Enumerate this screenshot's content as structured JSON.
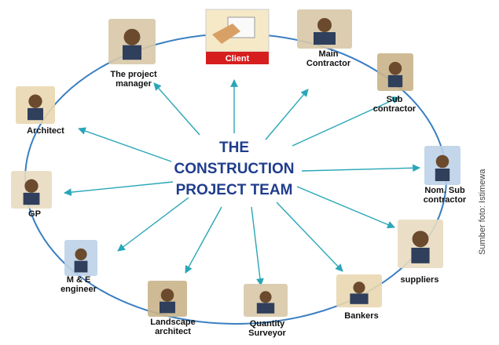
{
  "title": [
    "THE",
    "CONSTRUCTION",
    "PROJECT TEAM"
  ],
  "credit": "Sumber foto: Istimewa",
  "client_label": "Client",
  "colors": {
    "title": "#1f3d8c",
    "ring": "#3a7fc1",
    "arrow": "#2aa6b8",
    "client_bar": "#d61e1e"
  },
  "nodes": [
    {
      "id": "client",
      "label": [],
      "icon": "client-paperwork-icon"
    },
    {
      "id": "main-contractor",
      "label": [
        "Main",
        "Contractor"
      ],
      "icon": "main-contractor-icon"
    },
    {
      "id": "sub-contractor",
      "label": [
        "Sub",
        "contractor"
      ],
      "icon": "sub-contractor-icon"
    },
    {
      "id": "nom-sub-contractor",
      "label": [
        "Nom. Sub",
        "contractor"
      ],
      "icon": "nominated-subcontractor-icon"
    },
    {
      "id": "suppliers",
      "label": [
        "suppliers"
      ],
      "icon": "supply-truck-icon"
    },
    {
      "id": "bankers",
      "label": [
        "Bankers"
      ],
      "icon": "banker-icon"
    },
    {
      "id": "quantity-surveyor",
      "label": [
        "Quantity",
        "Surveyor"
      ],
      "icon": "quantity-surveyor-icon"
    },
    {
      "id": "landscape-architect",
      "label": [
        "Landscape",
        "architect"
      ],
      "icon": "landscape-architect-icon"
    },
    {
      "id": "me-engineer",
      "label": [
        "M & E",
        "engineer"
      ],
      "icon": "mep-engineer-icon"
    },
    {
      "id": "gp",
      "label": [
        "GP"
      ],
      "icon": "general-practitioner-icon"
    },
    {
      "id": "architect",
      "label": [
        "Architect"
      ],
      "icon": "architect-icon"
    },
    {
      "id": "project-manager",
      "label": [
        "The project",
        "manager"
      ],
      "icon": "project-manager-icon"
    }
  ]
}
